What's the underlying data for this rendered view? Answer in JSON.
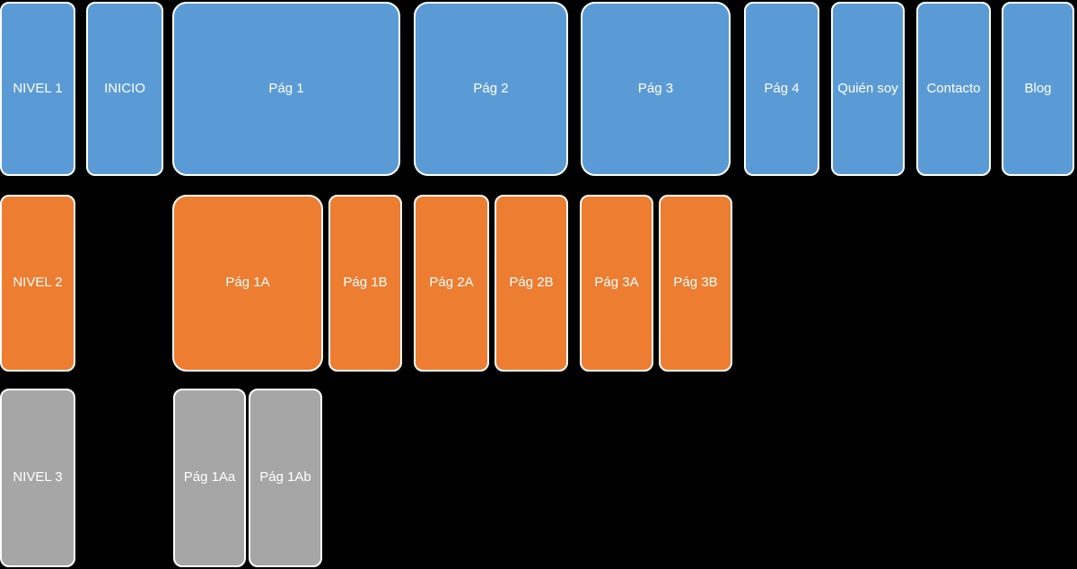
{
  "colors": {
    "level1": "#5B9BD5",
    "level2": "#ED7D31",
    "level3": "#A6A6A6",
    "border": "#FFFFFF",
    "text": "#FFFFFF",
    "background": "#000000"
  },
  "levels": [
    {
      "boxes": [
        {
          "label": "NIVEL 1"
        },
        {
          "label": "INICIO"
        },
        {
          "label": "Pág 1"
        },
        {
          "label": "Pág 2"
        },
        {
          "label": "Pág 3"
        },
        {
          "label": "Pág 4"
        },
        {
          "label": "Quién soy"
        },
        {
          "label": "Contacto"
        },
        {
          "label": "Blog"
        }
      ]
    },
    {
      "boxes": [
        {
          "label": "NIVEL 2"
        },
        {
          "label": "Pág 1A"
        },
        {
          "label": "Pág 1B"
        },
        {
          "label": "Pág 2A"
        },
        {
          "label": "Pág 2B"
        },
        {
          "label": "Pág 3A"
        },
        {
          "label": "Pág 3B"
        }
      ]
    },
    {
      "boxes": [
        {
          "label": "NIVEL 3"
        },
        {
          "label": "Pág 1Aa"
        },
        {
          "label": "Pág 1Ab"
        }
      ]
    }
  ]
}
